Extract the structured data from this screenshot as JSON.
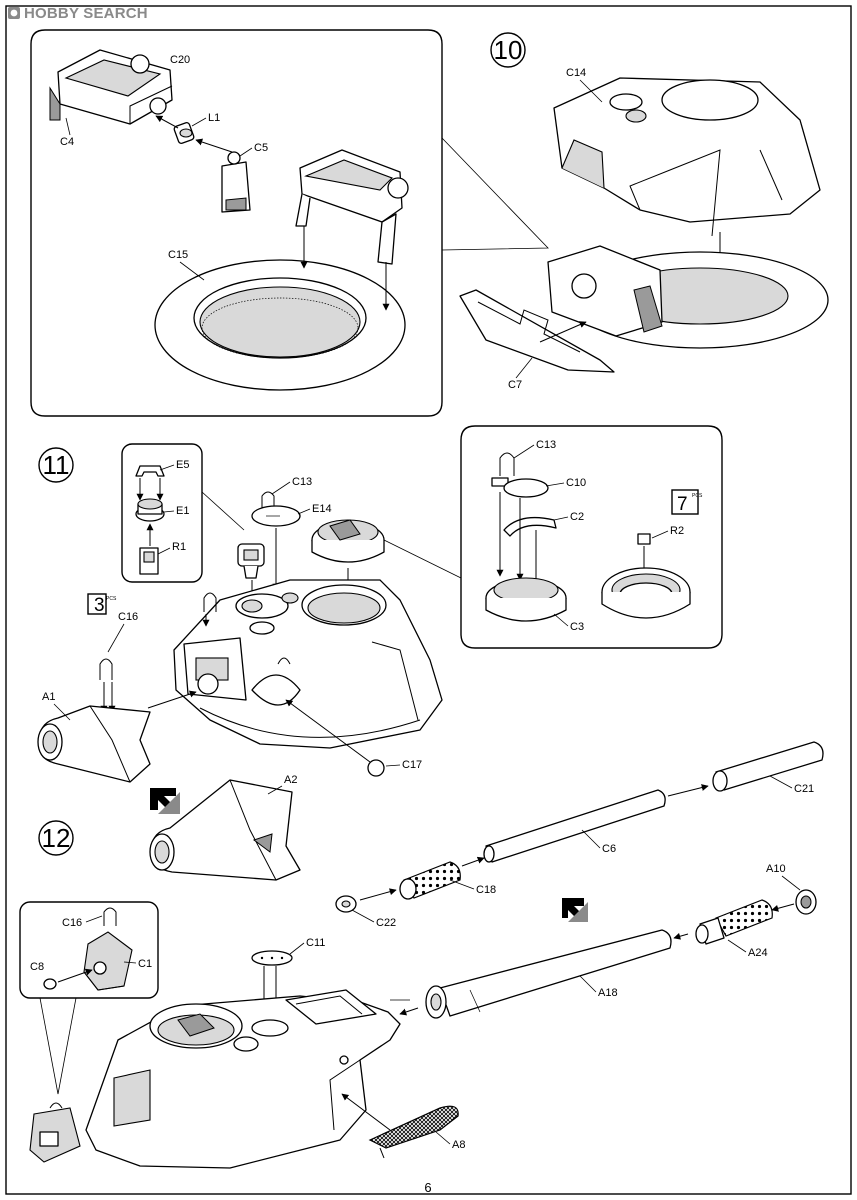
{
  "watermark": "HOBBY SEARCH",
  "page_number": "6",
  "steps": {
    "s10": "10",
    "s11": "11",
    "s12": "12"
  },
  "pcs": {
    "q7": "7",
    "q3": "3",
    "unit": "PCS"
  },
  "icons": [
    "sub-assembly-arrow-icon",
    "sub-assembly-arrow-icon"
  ],
  "labels": {
    "C20": "C20",
    "C4": "C4",
    "L1": "L1",
    "C5": "C5",
    "C15": "C15",
    "C14": "C14",
    "C7": "C7",
    "E5": "E5",
    "E1": "E1",
    "R1": "R1",
    "C13": "C13",
    "E14": "E14",
    "C16": "C16",
    "A1": "A1",
    "C17": "C17",
    "C13b": "C13",
    "C10": "C10",
    "C2": "C2",
    "R2": "R2",
    "C3": "C3",
    "A2": "A2",
    "C21": "C21",
    "C6": "C6",
    "C18": "C18",
    "C22": "C22",
    "A10": "A10",
    "A24": "A24",
    "A18": "A18",
    "C16b": "C16",
    "C8": "C8",
    "C1": "C1",
    "C11": "C11",
    "A8": "A8"
  }
}
